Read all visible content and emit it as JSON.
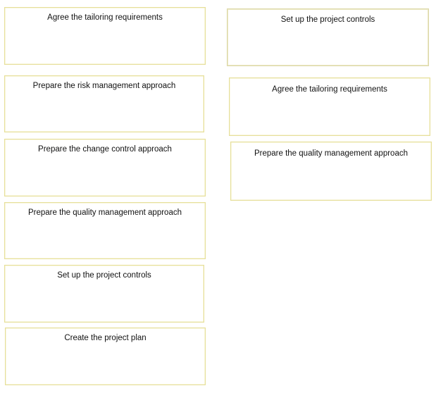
{
  "source_column": {
    "items": [
      {
        "label": "Agree the tailoring requirements"
      },
      {
        "label": "Prepare the risk management approach"
      },
      {
        "label": "Prepare the change control approach"
      },
      {
        "label": "Prepare the quality management approach"
      },
      {
        "label": "Set up the project controls"
      },
      {
        "label": "Create the project plan"
      }
    ]
  },
  "target_column": {
    "items": [
      {
        "label": "Set up the project controls"
      },
      {
        "label": "Agree the tailoring requirements"
      },
      {
        "label": "Prepare the quality management approach"
      }
    ]
  },
  "colors": {
    "card_border": "#e6df9a",
    "background": "#ffffff",
    "text": "#111111"
  }
}
